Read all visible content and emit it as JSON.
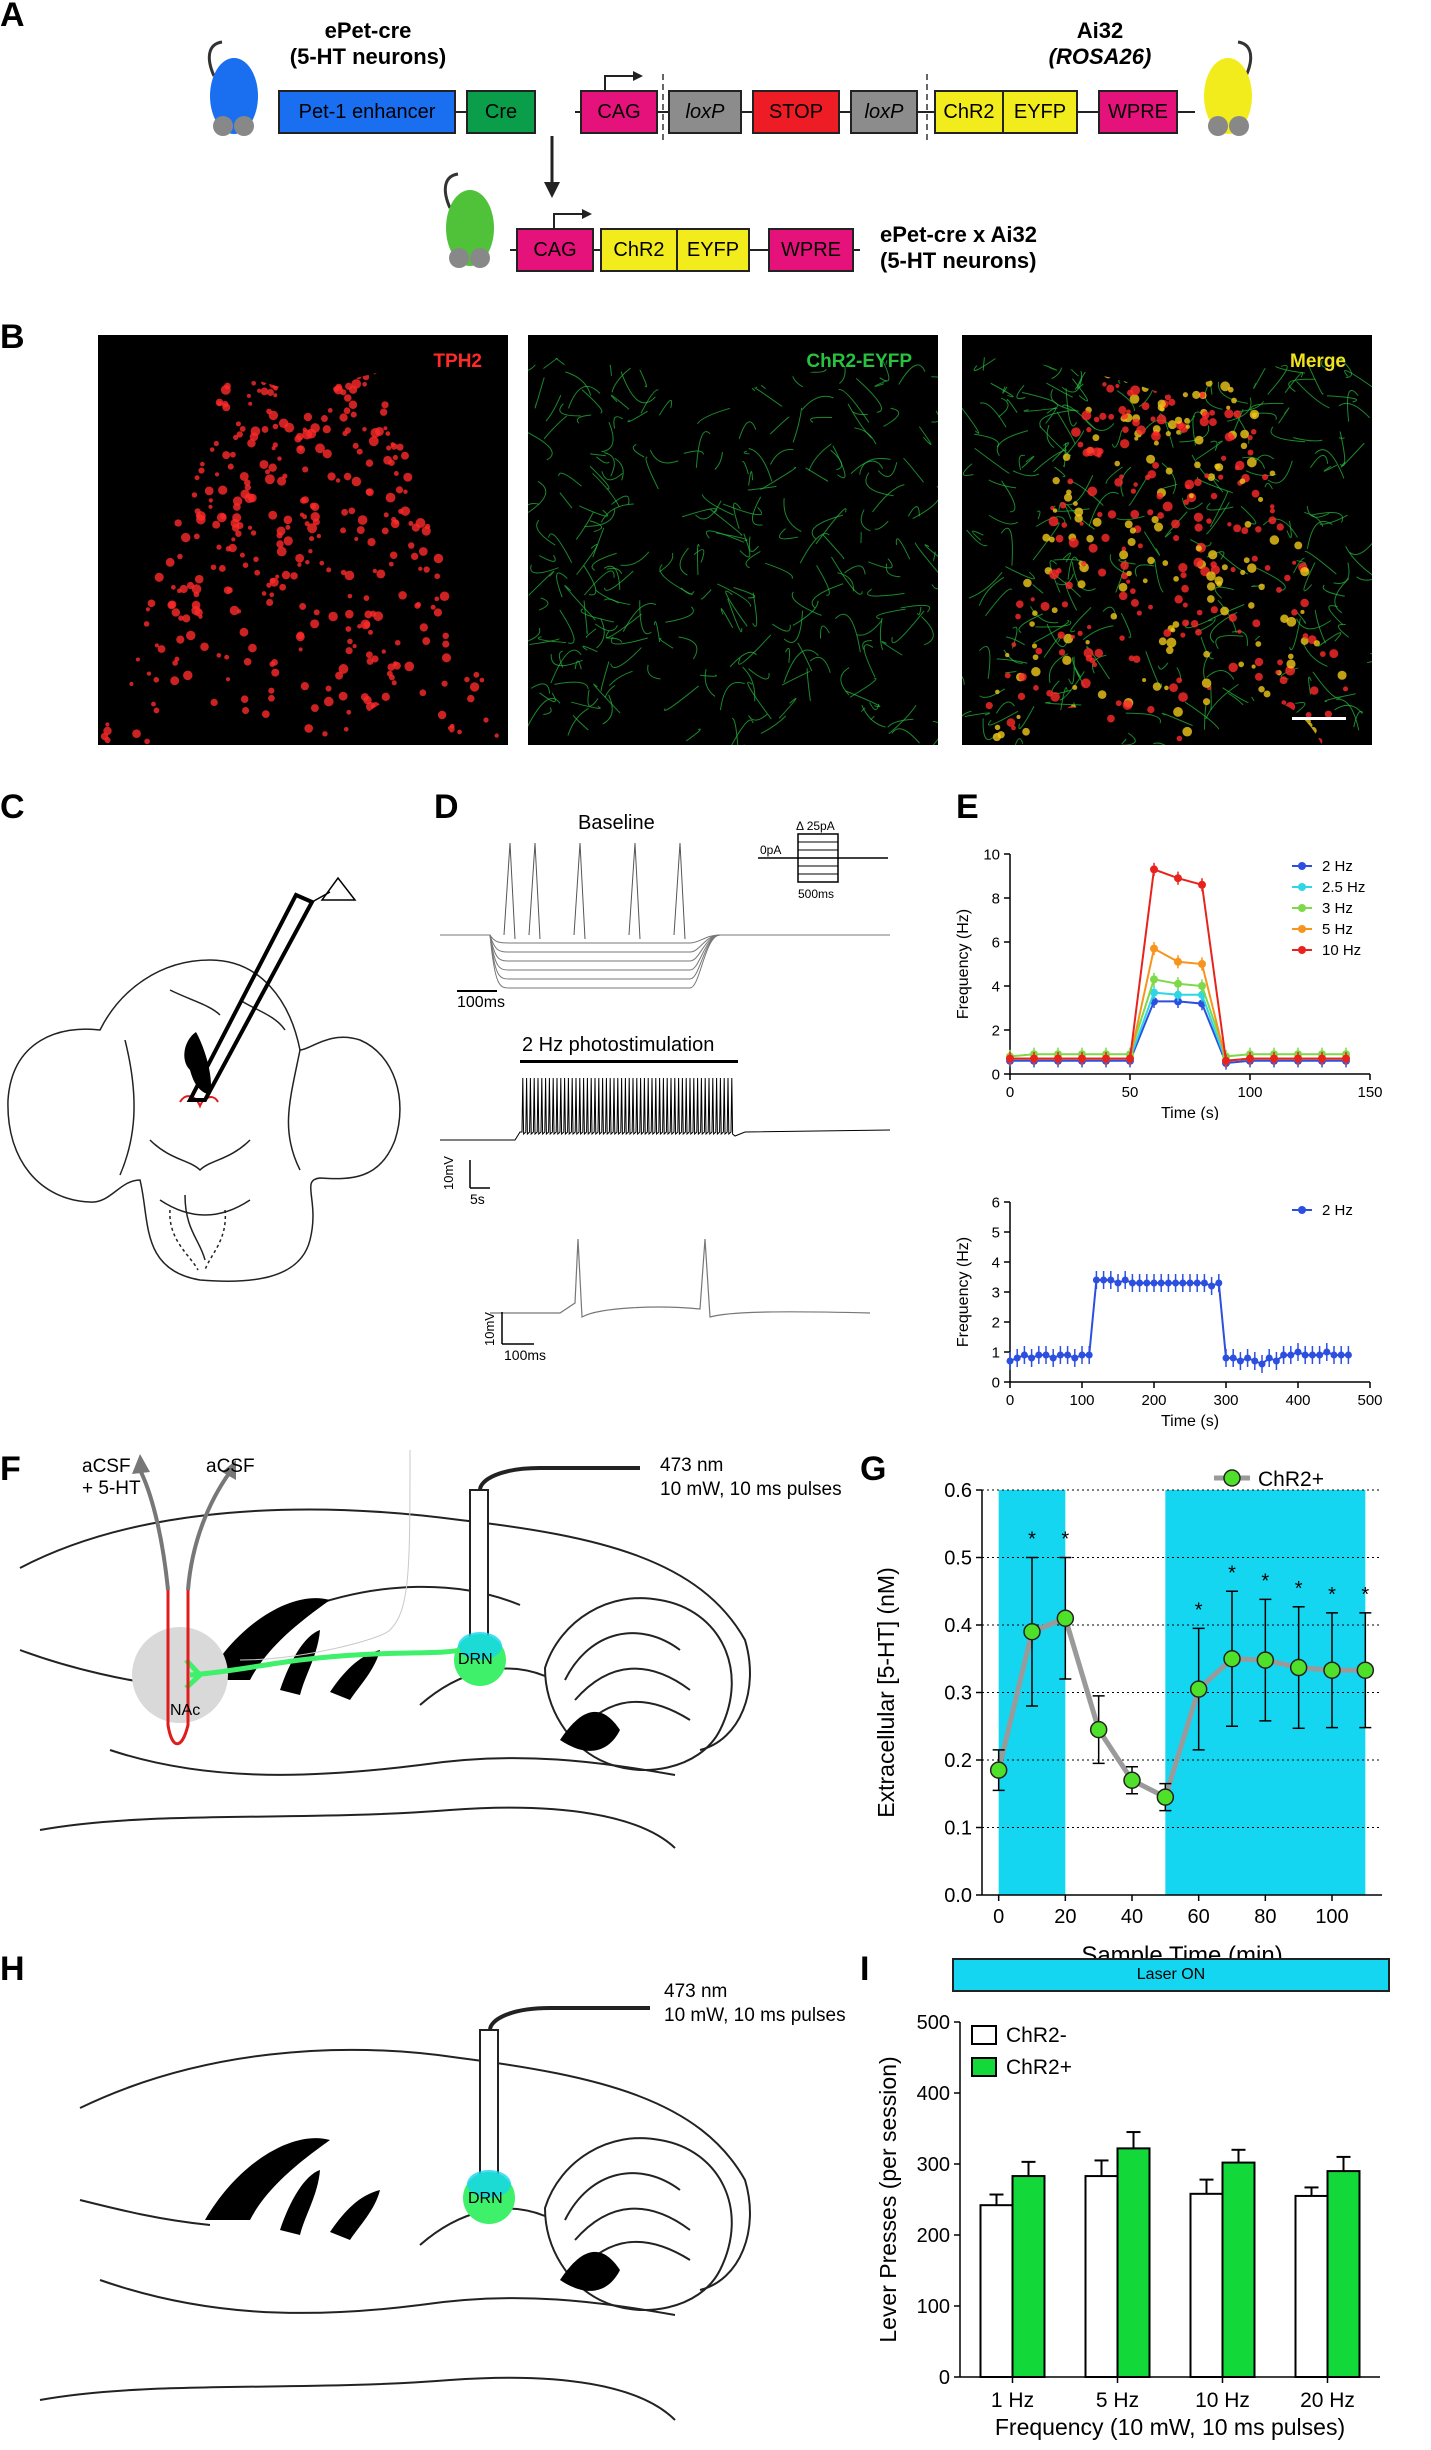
{
  "panels": {
    "A": {
      "label": "A",
      "left_mouse": {
        "name": "ePet-cre",
        "desc": "(5-HT neurons)"
      },
      "right_mouse": {
        "name": "Ai32",
        "desc": "(ROSA26)"
      },
      "bottom_mouse": {
        "name": "ePet-cre x Ai32",
        "desc": "(5-HT neurons)"
      },
      "cross": "X",
      "left_construct": [
        "Pet-1 enhancer",
        "Cre"
      ],
      "right_construct": [
        "CAG",
        "loxP",
        "STOP",
        "loxP",
        "ChR2",
        "EYFP",
        "WPRE"
      ],
      "bottom_construct": [
        "CAG",
        "ChR2",
        "EYFP",
        "WPRE"
      ],
      "colors": {
        "blue": "#1a6ef0",
        "green": "#0a9e4a",
        "magenta": "#e4127a",
        "gray": "#8c8c8c",
        "red": "#ee1c24",
        "yellow": "#f2ec1c"
      }
    },
    "B": {
      "label": "B",
      "images": [
        {
          "label": "TPH2",
          "color": "#ff2a2a"
        },
        {
          "label": "ChR2-EYFP",
          "color": "#27c23e"
        },
        {
          "label": "Merge",
          "color": "#f0e31a"
        }
      ]
    },
    "C": {
      "label": "C"
    },
    "D": {
      "label": "D",
      "baseline_title": "Baseline",
      "protocol": {
        "step": "Δ 25pA",
        "zero": "0pA",
        "duration": "500ms"
      },
      "scale1": "100ms",
      "photostim_title": "2 Hz photostimulation",
      "scale2_v": "10mV",
      "scale2_t": "5s",
      "scale3_v": "10mV",
      "scale3_t": "100ms"
    },
    "E": {
      "label": "E"
    },
    "F": {
      "label": "F",
      "probe_in": "aCSF",
      "probe_in2": "+ 5-HT",
      "probe_out": "aCSF",
      "laser": "473 nm",
      "laser_params": "10 mW, 10 ms pulses",
      "region1": "DRN",
      "region2": "NAc"
    },
    "G": {
      "label": "G"
    },
    "H": {
      "label": "H",
      "laser": "473 nm",
      "laser_params": "10 mW, 10 ms pulses",
      "region": "DRN"
    },
    "I": {
      "label": "I",
      "banner": "Laser ON"
    }
  },
  "chart_data": [
    {
      "id": "E1",
      "type": "line",
      "title": "",
      "xlabel": "Time (s)",
      "ylabel": "Frequency (Hz)",
      "xlim": [
        0,
        150
      ],
      "ylim": [
        0,
        10
      ],
      "xticks": [
        0,
        50,
        100,
        150
      ],
      "yticks": [
        0,
        2,
        4,
        6,
        8,
        10
      ],
      "x": [
        0,
        10,
        20,
        30,
        40,
        50,
        60,
        70,
        80,
        90,
        100,
        110,
        120,
        130,
        140
      ],
      "series": [
        {
          "name": "2 Hz",
          "color": "#2d4fe0",
          "values": [
            0.6,
            0.6,
            0.6,
            0.6,
            0.6,
            0.6,
            3.3,
            3.3,
            3.2,
            0.5,
            0.6,
            0.6,
            0.6,
            0.6,
            0.6
          ]
        },
        {
          "name": "2.5 Hz",
          "color": "#2fd6e6",
          "values": [
            0.7,
            0.7,
            0.7,
            0.7,
            0.7,
            0.7,
            3.7,
            3.6,
            3.6,
            0.6,
            0.7,
            0.7,
            0.7,
            0.7,
            0.7
          ]
        },
        {
          "name": "3 Hz",
          "color": "#7ed94a",
          "values": [
            0.8,
            0.9,
            0.9,
            0.9,
            0.9,
            0.9,
            4.3,
            4.1,
            4.0,
            0.8,
            0.9,
            0.9,
            0.9,
            0.9,
            0.9
          ]
        },
        {
          "name": "5 Hz",
          "color": "#f7941d",
          "values": [
            0.7,
            0.7,
            0.7,
            0.7,
            0.7,
            0.7,
            5.7,
            5.1,
            5.0,
            0.6,
            0.7,
            0.7,
            0.7,
            0.7,
            0.7
          ]
        },
        {
          "name": "10 Hz",
          "color": "#e8231d",
          "values": [
            0.7,
            0.7,
            0.7,
            0.7,
            0.7,
            0.7,
            9.3,
            8.9,
            8.6,
            0.6,
            0.7,
            0.7,
            0.7,
            0.7,
            0.7
          ]
        }
      ],
      "legend_position": "top-right"
    },
    {
      "id": "E2",
      "type": "line",
      "title": "",
      "xlabel": "Time (s)",
      "ylabel": "Frequency (Hz)",
      "xlim": [
        0,
        500
      ],
      "ylim": [
        0,
        6
      ],
      "xticks": [
        0,
        100,
        200,
        300,
        400,
        500
      ],
      "yticks": [
        0,
        1,
        2,
        3,
        4,
        5,
        6
      ],
      "x": [
        0,
        10,
        20,
        30,
        40,
        50,
        60,
        70,
        80,
        90,
        100,
        110,
        120,
        130,
        140,
        150,
        160,
        170,
        180,
        190,
        200,
        210,
        220,
        230,
        240,
        250,
        260,
        270,
        280,
        290,
        300,
        310,
        320,
        330,
        340,
        350,
        360,
        370,
        380,
        390,
        400,
        410,
        420,
        430,
        440,
        450,
        460,
        470
      ],
      "series": [
        {
          "name": "2 Hz",
          "color": "#2d4fe0",
          "values": [
            0.7,
            0.8,
            0.9,
            0.8,
            0.9,
            0.9,
            0.8,
            0.9,
            0.9,
            0.8,
            0.9,
            0.9,
            3.4,
            3.4,
            3.4,
            3.3,
            3.4,
            3.3,
            3.3,
            3.3,
            3.3,
            3.3,
            3.3,
            3.3,
            3.3,
            3.3,
            3.3,
            3.3,
            3.2,
            3.3,
            0.8,
            0.8,
            0.7,
            0.8,
            0.7,
            0.6,
            0.8,
            0.7,
            0.9,
            0.9,
            1.0,
            0.9,
            0.9,
            0.9,
            1.0,
            0.9,
            0.9,
            0.9
          ]
        }
      ],
      "legend_position": "top-right"
    },
    {
      "id": "G",
      "type": "line",
      "title": "",
      "xlabel": "Sample Time (min)",
      "ylabel": "Extracellular [5-HT] (nM)",
      "xlim": [
        -5,
        115
      ],
      "ylim": [
        0,
        0.6
      ],
      "xticks": [
        0,
        20,
        40,
        60,
        80,
        100
      ],
      "yticks": [
        0.0,
        0.1,
        0.2,
        0.3,
        0.4,
        0.5,
        0.6
      ],
      "shaded": [
        [
          0,
          20
        ],
        [
          50,
          110
        ]
      ],
      "shade_color": "#14d6f0",
      "x": [
        0,
        10,
        20,
        30,
        40,
        50,
        60,
        70,
        80,
        90,
        100,
        110
      ],
      "series": [
        {
          "name": "ChR2+",
          "color": "#4fe02a",
          "line_color": "#9a9a9a",
          "values": [
            0.185,
            0.39,
            0.41,
            0.245,
            0.17,
            0.145,
            0.305,
            0.35,
            0.348,
            0.337,
            0.333,
            0.333
          ],
          "errors": [
            0.03,
            0.11,
            0.09,
            0.05,
            0.02,
            0.02,
            0.09,
            0.1,
            0.09,
            0.09,
            0.085,
            0.085
          ],
          "significance": [
            "",
            "*",
            "*",
            "",
            "",
            "",
            "*",
            "*",
            "*",
            "*",
            "*",
            "*"
          ]
        }
      ],
      "legend_position": "top-right"
    },
    {
      "id": "I",
      "type": "bar",
      "title": "",
      "xlabel": "Frequency (10 mW, 10 ms pulses)",
      "ylabel": "Lever Presses (per session)",
      "ylim": [
        0,
        500
      ],
      "yticks": [
        0,
        100,
        200,
        300,
        400,
        500
      ],
      "categories": [
        "1 Hz",
        "5 Hz",
        "10 Hz",
        "20 Hz"
      ],
      "series": [
        {
          "name": "ChR2-",
          "color": "#ffffff",
          "values": [
            242,
            283,
            258,
            255
          ],
          "errors": [
            15,
            22,
            20,
            12
          ]
        },
        {
          "name": "ChR2+",
          "color": "#12d83a",
          "values": [
            283,
            322,
            302,
            290
          ],
          "errors": [
            20,
            23,
            18,
            20
          ]
        }
      ],
      "legend_position": "top-left"
    }
  ]
}
